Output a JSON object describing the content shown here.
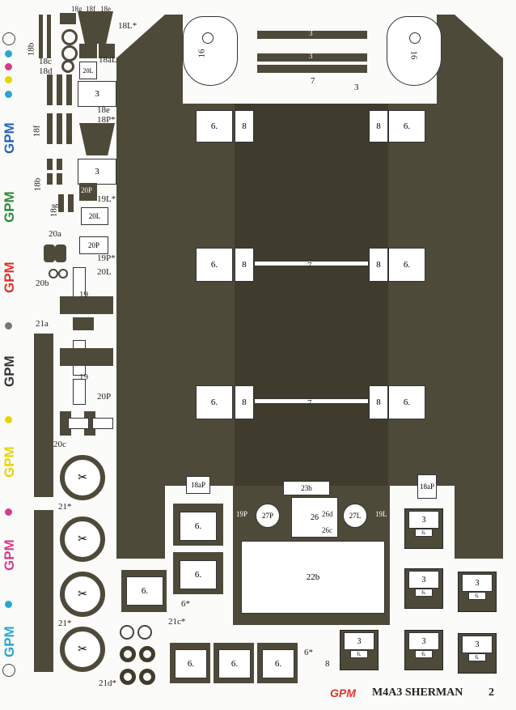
{
  "brand": "GPM",
  "footer": {
    "logo": "GPM",
    "title": "M4A3 SHERMAN",
    "page": "2"
  },
  "colors": {
    "hull": "#4e4a3a",
    "brand_red": "#e0312c",
    "brand_blue": "#2464b8",
    "brand_green": "#2d8a3c",
    "brand_yellow": "#e8d400",
    "brand_magenta": "#d63c8a",
    "brand_cyan": "#28a6d0"
  },
  "labels": {
    "p18b": "18b",
    "p18f": "18f",
    "p18e": "18e",
    "p18g": "18g",
    "p18L": "18L*",
    "p18c": "18c",
    "p18d": "18d",
    "p18aL": "18aL",
    "p20L_top": "20L",
    "p3_left": "3",
    "p18e_b": "18e",
    "p18P": "18P*",
    "p18f_b": "18f",
    "p18b_b": "18b",
    "p3_left2": "3",
    "p20P_small": "20P",
    "p19L": "19L*",
    "p18g_b": "18g",
    "p20L": "20L",
    "p20a": "20a",
    "p20P": "20P",
    "p19P": "19P*",
    "p20b": "20b",
    "p20L_b": "20L",
    "p19": "19",
    "p21a": "21a",
    "p19_b": "19",
    "p20P_b": "20P",
    "p20c": "20c",
    "p21": "21*",
    "p21_b": "21*",
    "p21c": "21c*",
    "p21d": "21d*",
    "p6_star": "6*",
    "p6_star_b": "6*",
    "p8": "8",
    "p16_left": "16",
    "p16_right": "16",
    "p3_top": "3",
    "p3_top2": "3",
    "p7_top": "7",
    "p3_hull": "3",
    "p6": "6.",
    "p8_pad": "8",
    "p7": "7",
    "p18aP_left": "18aP",
    "p18aP_right": "18aP",
    "p23b": "23b",
    "p19P_lbl": "19P",
    "p27P": "27P",
    "p26": "26",
    "p26d": "26d",
    "p26c": "26c",
    "p27L": "27L",
    "p19L_lbl": "19L",
    "p22b": "22b",
    "p3_box": "3",
    "p6_box": "6."
  },
  "wheel_symbol": "✂"
}
